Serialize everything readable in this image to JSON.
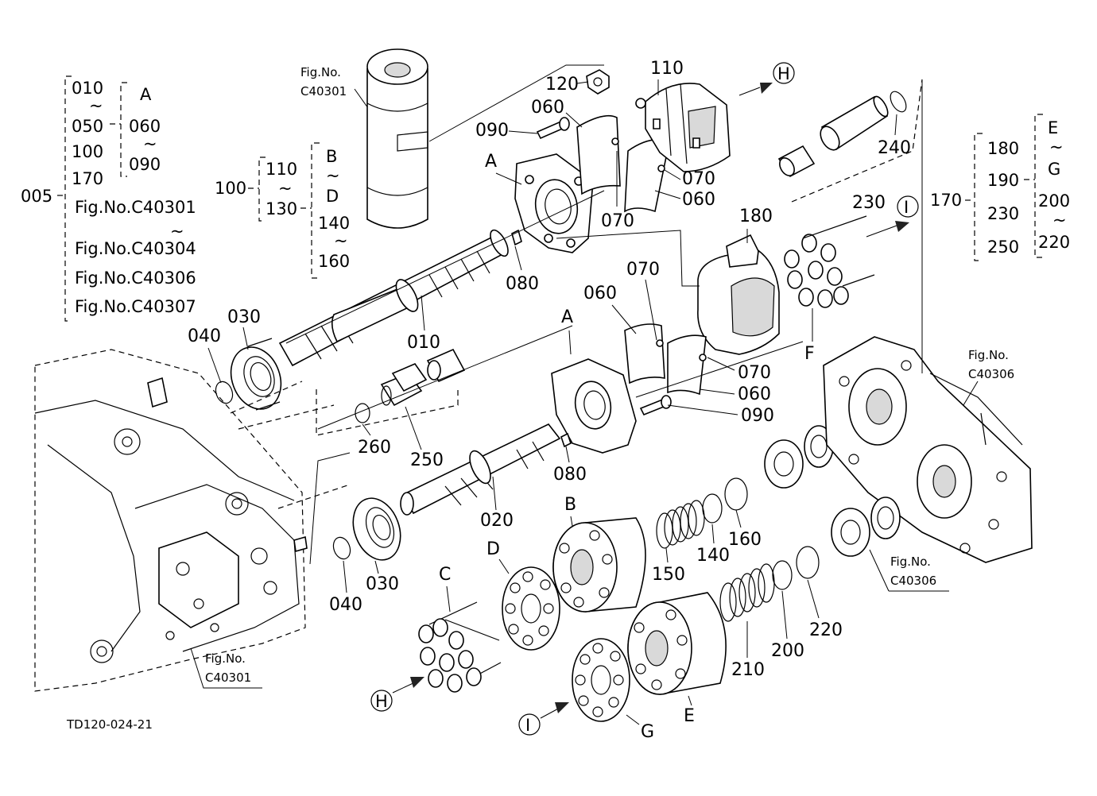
{
  "diagram_id": "TD120-024-21",
  "left_group": {
    "main": "005",
    "items": [
      "010",
      "~",
      "050",
      "100",
      "170",
      "Fig.No.C40301",
      "~",
      "Fig.No.C40304",
      "Fig.No.C40306",
      "Fig.No.C40307"
    ],
    "sub": [
      "A",
      "060",
      "~",
      "090"
    ]
  },
  "group_100": {
    "main": "100",
    "items": [
      "110",
      "~",
      "130"
    ],
    "sub": [
      "B",
      "~",
      "D",
      "140",
      "~",
      "160"
    ]
  },
  "group_170": {
    "main": "170",
    "items": [
      "180",
      "190",
      "230",
      "250"
    ],
    "sub": [
      "E",
      "~",
      "G",
      "200",
      "~",
      "220"
    ]
  },
  "fig_refs": {
    "top": [
      "Fig.No.",
      "C40301"
    ],
    "right": [
      "Fig.No.",
      "C40306"
    ],
    "lower_right": [
      "Fig.No.",
      "C40306"
    ],
    "bottom_left": [
      "Fig.No.",
      "C40301"
    ]
  },
  "callouts": {
    "p110": "110",
    "p120": "120",
    "p060a": "060",
    "p090a": "090",
    "pAa": "A",
    "p070a": "070",
    "p070b": "070",
    "p060b": "060",
    "p240": "240",
    "p230": "230",
    "p180": "180",
    "pIarrow": "I",
    "pHarrow": "H",
    "p080a": "080",
    "p010": "010",
    "p030a": "030",
    "p040a": "040",
    "p070c": "070",
    "p060c": "060",
    "pAb": "A",
    "p070d": "070",
    "p060d": "060",
    "p090b": "090",
    "pF": "F",
    "p260": "260",
    "p250": "250",
    "p080b": "080",
    "p020": "020",
    "pB": "B",
    "p150": "150",
    "p140": "140",
    "p160": "160",
    "pD": "D",
    "pC": "C",
    "p040b": "040",
    "p030b": "030",
    "p210": "210",
    "p200": "200",
    "p220": "220",
    "pE": "E",
    "pG": "G",
    "pHcircle": "H",
    "pIcircle": "I"
  }
}
